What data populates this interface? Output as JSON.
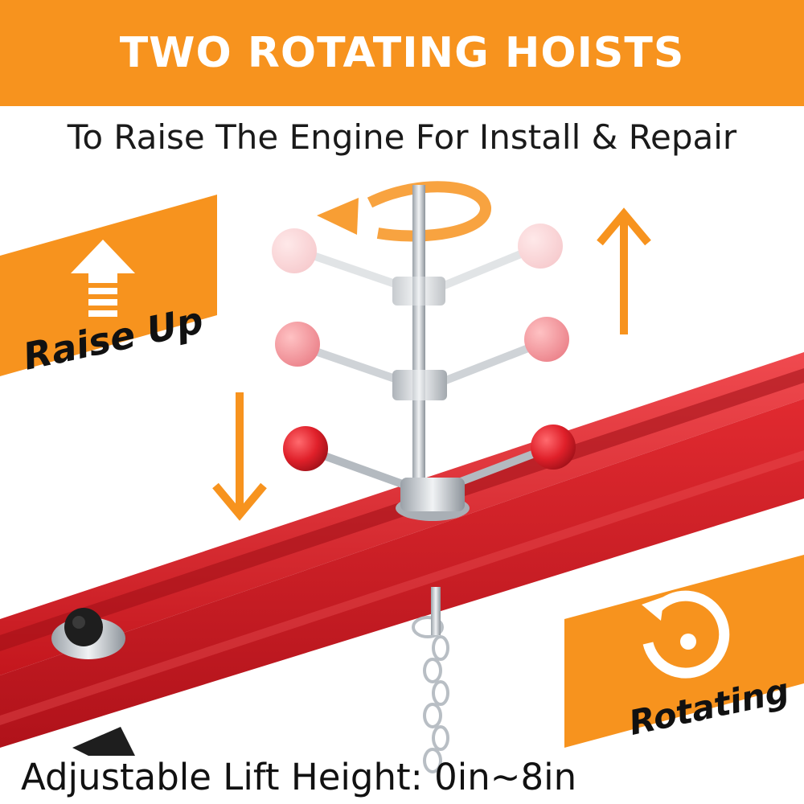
{
  "banner": {
    "title": "TWO ROTATING HOISTS"
  },
  "subtitle": "To Raise The Engine For Install & Repair",
  "labels": {
    "raise_up": "Raise Up",
    "rotating": "Rotating"
  },
  "footer": {
    "text": "Adjustable Lift Height: 0in~8in"
  },
  "colors": {
    "accent": "#f7931e",
    "beam": "#d81f26",
    "knob": "#e0202a",
    "text": "#111111"
  },
  "icons": [
    "rotate-arrow-icon",
    "raise-up-arrow-icon",
    "up-arrow-icon",
    "down-arrow-icon",
    "rotate-circle-icon"
  ]
}
